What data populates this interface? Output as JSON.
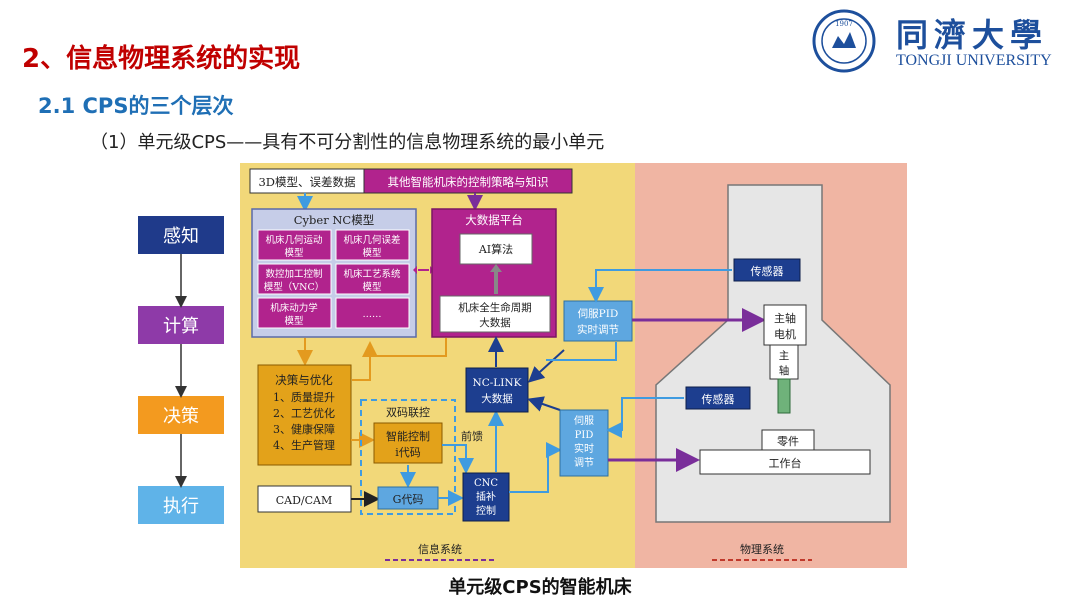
{
  "title": "2、信息物理系统的实现",
  "subtitle": "2.1  CPS的三个层次",
  "subsubtitle": "（1）单元级CPS——具有不可分割性的信息物理系统的最小单元",
  "logo": {
    "cn": "同濟大學",
    "en": "TONGJI UNIVERSITY",
    "seal_text": "1907",
    "seal_icon": "tongji-seal-icon"
  },
  "levels": [
    {
      "label": "感知",
      "color": "#1f3a8a"
    },
    {
      "label": "计算",
      "color": "#8e3aa8"
    },
    {
      "label": "决策",
      "color": "#f39a1f"
    },
    {
      "label": "执行",
      "color": "#5fb3e8"
    }
  ],
  "diagram": {
    "top_left_box": "3D模型、误差数据",
    "top_right_box": "其他智能机床的控制策略与知识",
    "cyber_nc": {
      "title": "Cyber NC模型",
      "cells": [
        [
          "机床几何运动",
          "模型"
        ],
        [
          "机床几何误差",
          "模型"
        ],
        [
          "数控加工控制",
          "模型（VNC）"
        ],
        [
          "机床工艺系统",
          "模型"
        ],
        [
          "机床动力学",
          "模型"
        ],
        [
          "……"
        ]
      ]
    },
    "bigdata": {
      "title": "大数据平台",
      "ai": "AI算法",
      "life": [
        "机床全生命周期",
        "大数据"
      ]
    },
    "decision": {
      "lines": [
        "决策与优化",
        "1、质量提升",
        "2、工艺优化",
        "3、健康保障",
        "4、生产管理"
      ]
    },
    "dual_code": {
      "title": "双码联控",
      "box": [
        "智能控制",
        "i代码"
      ]
    },
    "cadcam": "CAD/CAM",
    "gcode": "G代码",
    "feedforward": "前馈",
    "cnc": [
      "CNC",
      "插补",
      "控制"
    ],
    "nclink": [
      "NC-LINK",
      "大数据"
    ],
    "servo1": [
      "伺服PID",
      "实时调节"
    ],
    "servo2": [
      "伺服",
      "PID",
      "实时",
      "调节"
    ],
    "sensor_top": "传感器",
    "sensor_bottom": "传感器",
    "motor": [
      "主轴",
      "电机"
    ],
    "spindle": [
      "主",
      "轴"
    ],
    "part": "零件",
    "table": "工作台",
    "info_system": "信息系统",
    "physical_system": "物理系统"
  },
  "caption": "单元级CPS的智能机床",
  "colors": {
    "title": "#c00000",
    "subtitle": "#1f6fb5",
    "info_bg": "#f2d879",
    "phys_bg": "#f0b5a3",
    "magenta": "#b1238d",
    "cyber_fill": "#c6cde8",
    "navy": "#1d3e8f",
    "servo_blue": "#5ea7e0",
    "orange_box": "#e3a21a"
  }
}
